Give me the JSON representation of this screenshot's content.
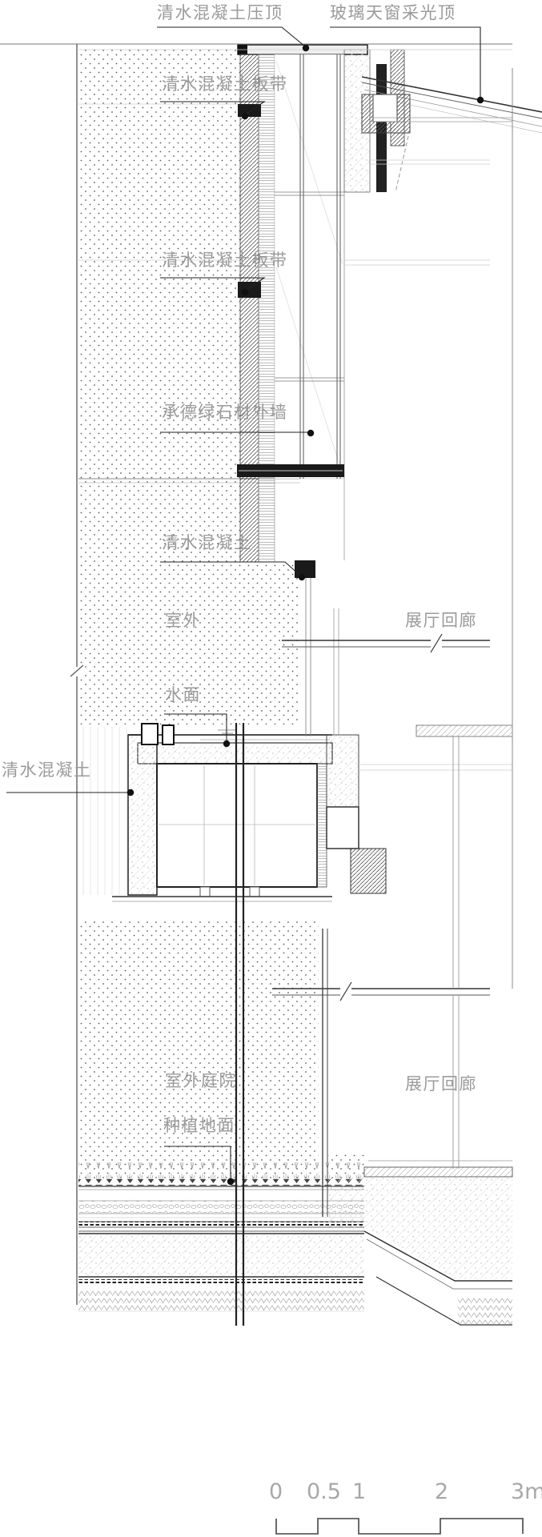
{
  "page": {
    "background": "#ffffff",
    "line_color": "#333333",
    "label_color": "#9b9b9b",
    "drawing_kind": "architectural-section-detail"
  },
  "labels": {
    "coping": "清水混凝土压顶",
    "skylight_roof": "玻璃天窗采光顶",
    "band_upper": "清水混凝土板带",
    "band_lower": "清水混凝土板带",
    "stone_wall": "承德绿石材外墙",
    "concrete_wall_base": "清水混凝土",
    "outdoor": "室外",
    "corridor_upper": "展厅回廊",
    "water_surface": "水面",
    "concrete_left": "清水混凝土",
    "courtyard": "室外庭院",
    "corridor_lower": "展厅回廊",
    "planting_ground": "种植地面"
  },
  "scalebar": {
    "ticks": [
      "0",
      "0.5",
      "1",
      "2",
      "3m"
    ]
  }
}
